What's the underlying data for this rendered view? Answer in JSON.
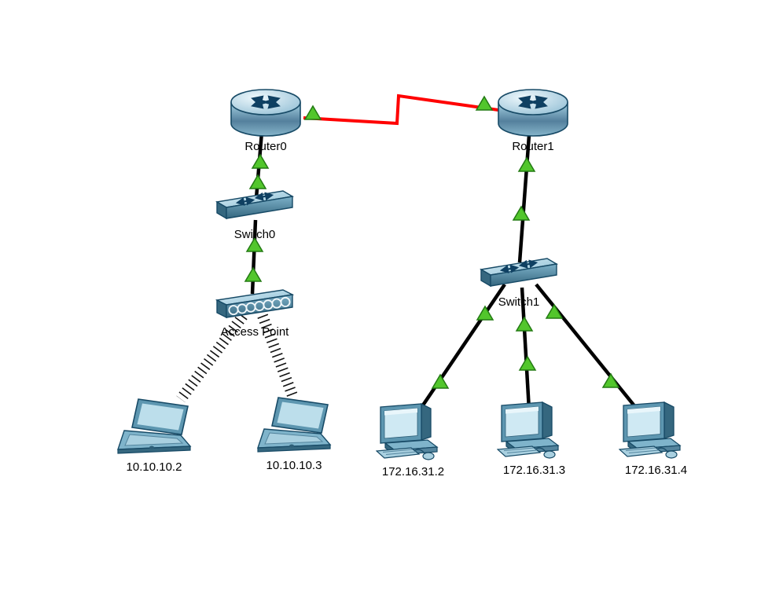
{
  "diagram": {
    "kind": "network-topology",
    "background": "#ffffff"
  },
  "devices": {
    "router0": {
      "type": "router",
      "label": "Router0"
    },
    "router1": {
      "type": "router",
      "label": "Router1"
    },
    "switch0": {
      "type": "switch",
      "label": "Switch0"
    },
    "switch1": {
      "type": "switch",
      "label": "Switch1"
    },
    "access_point": {
      "type": "access-point",
      "label": "Access Point"
    },
    "laptop0": {
      "type": "laptop",
      "label": "10.10.10.2"
    },
    "laptop1": {
      "type": "laptop",
      "label": "10.10.10.3"
    },
    "pc0": {
      "type": "pc",
      "label": "172.16.31.2"
    },
    "pc1": {
      "type": "pc",
      "label": "172.16.31.3"
    },
    "pc2": {
      "type": "pc",
      "label": "172.16.31.4"
    }
  },
  "links": [
    {
      "from": "Router0",
      "to": "Router1",
      "type": "serial-zigzag",
      "color": "#ff0000",
      "status": "up-up"
    },
    {
      "from": "Router0",
      "to": "Switch0",
      "type": "ethernet",
      "color": "#000000",
      "status": "up-up"
    },
    {
      "from": "Switch0",
      "to": "Access Point",
      "type": "ethernet",
      "color": "#000000",
      "status": "up-up"
    },
    {
      "from": "Access Point",
      "to": "10.10.10.2",
      "type": "wireless",
      "color": "#000000"
    },
    {
      "from": "Access Point",
      "to": "10.10.10.3",
      "type": "wireless",
      "color": "#000000"
    },
    {
      "from": "Router1",
      "to": "Switch1",
      "type": "ethernet",
      "color": "#000000",
      "status": "up-up"
    },
    {
      "from": "Switch1",
      "to": "172.16.31.2",
      "type": "ethernet",
      "color": "#000000",
      "status": "up-up"
    },
    {
      "from": "Switch1",
      "to": "172.16.31.3",
      "type": "ethernet",
      "color": "#000000",
      "status": "up-up"
    },
    {
      "from": "Switch1",
      "to": "172.16.31.4",
      "type": "ethernet",
      "color": "#000000",
      "status": "up-up"
    }
  ],
  "colors": {
    "status_up": "#52c62c",
    "serial_link": "#ff0000",
    "ethernet_link": "#000000",
    "device_accent": "#5d96b0"
  }
}
